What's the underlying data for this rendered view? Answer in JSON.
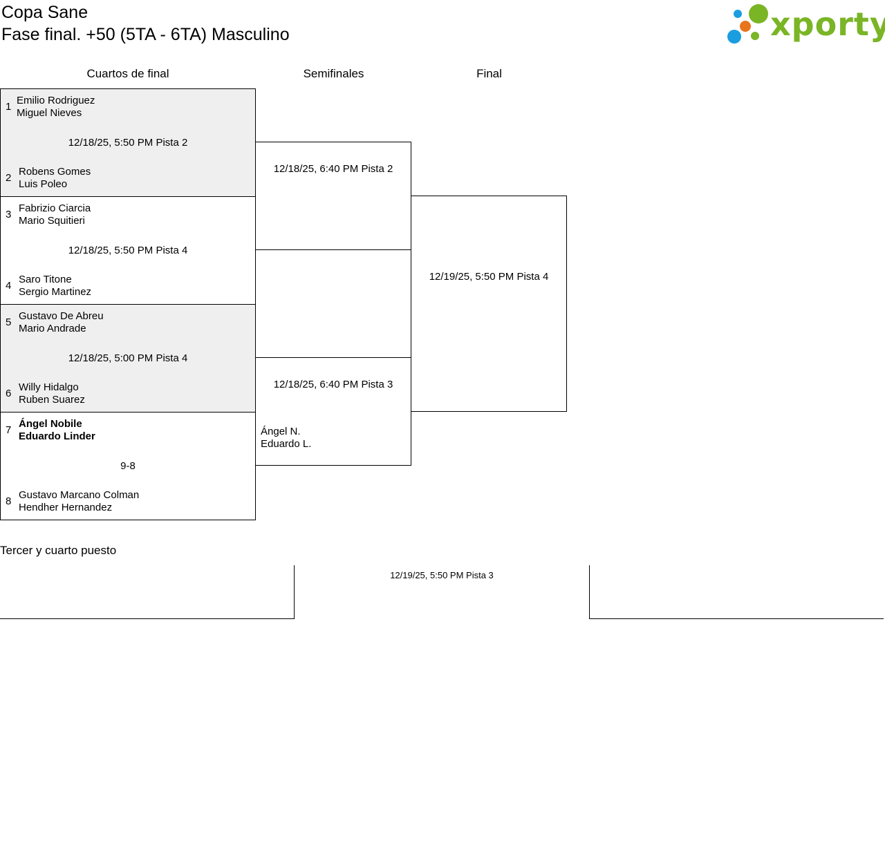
{
  "header": {
    "tournament": "Copa Sane",
    "phase": "Fase final. +50 (5TA - 6TA) Masculino"
  },
  "logo": {
    "text": "xporty",
    "colors": {
      "blue": "#1a9ee0",
      "orange": "#e8741c",
      "green": "#7ab526"
    }
  },
  "rounds": {
    "quarterfinals": "Cuartos de final",
    "semifinals": "Semifinales",
    "final": "Final"
  },
  "quarterfinals": [
    {
      "shaded": true,
      "seed_top": "1",
      "team_top": [
        "Emilio Rodriguez",
        "Miguel Nieves"
      ],
      "info": "12/18/25, 5:50 PM Pista 2",
      "seed_bottom": "2",
      "team_bottom": [
        "Robens Gomes",
        "Luis Poleo"
      ]
    },
    {
      "shaded": false,
      "seed_top": "3",
      "team_top": [
        "Fabrizio Ciarcia",
        "Mario Squitieri"
      ],
      "info": "12/18/25, 5:50 PM Pista 4",
      "seed_bottom": "4",
      "team_bottom": [
        "Saro Titone",
        "Sergio Martinez"
      ]
    },
    {
      "shaded": true,
      "seed_top": "5",
      "team_top": [
        "Gustavo De Abreu",
        "Mario Andrade"
      ],
      "info": "12/18/25, 5:00 PM Pista 4",
      "seed_bottom": "6",
      "team_bottom": [
        "Willy Hidalgo",
        "Ruben Suarez"
      ]
    },
    {
      "shaded": false,
      "seed_top": "7",
      "team_top": [
        "Ángel Nobile",
        "Eduardo Linder"
      ],
      "top_winner": true,
      "info": "9-8",
      "seed_bottom": "8",
      "team_bottom": [
        "Gustavo Marcano Colman",
        "Hendher Hernandez"
      ]
    }
  ],
  "semifinals": [
    {
      "info": "12/18/25, 6:40 PM Pista 2",
      "team_bottom": [
        "",
        ""
      ]
    },
    {
      "info": "12/18/25, 6:40 PM Pista 3",
      "team_bottom": [
        "Ángel N.",
        "Eduardo L."
      ]
    }
  ],
  "final": {
    "info": "12/19/25, 5:50 PM Pista 4"
  },
  "third_place": {
    "title": "Tercer y cuarto puesto",
    "info": "12/19/25, 5:50 PM Pista 3"
  }
}
